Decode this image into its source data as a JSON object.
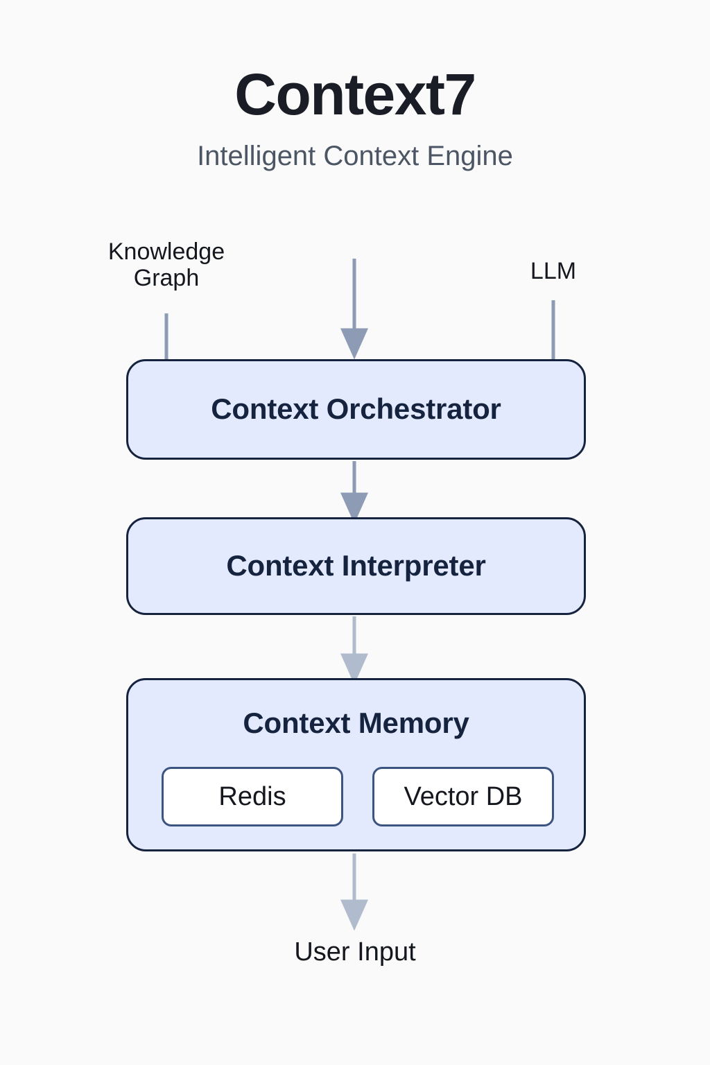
{
  "header": {
    "title": "Context7",
    "subtitle": "Intelligent Context Engine"
  },
  "inputs": [
    {
      "label": "Knowledge\nGraph",
      "connector": "plain-line"
    },
    {
      "label": "",
      "connector": "arrow"
    },
    {
      "label": "LLM",
      "connector": "plain-line"
    }
  ],
  "input_labels": {
    "knowledge_graph_line1": "Knowledge",
    "knowledge_graph_line2": "Graph",
    "llm": "LLM"
  },
  "pipeline": {
    "nodes": [
      {
        "label": "Context Orchestrator"
      },
      {
        "label": "Context Interpreter"
      },
      {
        "label": "Context Memory"
      }
    ],
    "stores": [
      {
        "label": "Redis"
      },
      {
        "label": "Vector DB"
      }
    ]
  },
  "output": {
    "label": "User Input"
  },
  "colors": {
    "background": "#fafafa",
    "title_text": "#1a1d25",
    "subtitle_text": "#4b5564",
    "node_fill": "#e3eafd",
    "node_border": "#15233f",
    "node_text": "#16233f",
    "store_fill": "#ffffff",
    "store_border": "#3c5480",
    "store_text": "#14171d",
    "connector": "#8d9cb4",
    "connector_light": "#b0bcce",
    "label_text": "#14171d"
  }
}
